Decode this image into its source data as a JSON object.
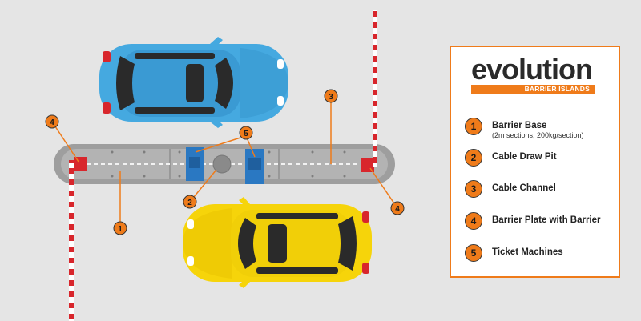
{
  "colors": {
    "accent": "#ef7b1a",
    "blue_car": "#45a9e0",
    "yellow_car": "#f6d40a",
    "barrier_red": "#d8262c",
    "ticket_machine": "#2a78c2"
  },
  "brand": {
    "name": "evolution",
    "subtitle": "BARRIER ISLANDS"
  },
  "legend": [
    {
      "number": "1",
      "label": "Barrier Base",
      "note": "(2m sections, 200kg/section)"
    },
    {
      "number": "2",
      "label": "Cable Draw Pit",
      "note": ""
    },
    {
      "number": "3",
      "label": "Cable Channel",
      "note": ""
    },
    {
      "number": "4",
      "label": "Barrier Plate with Barrier",
      "note": ""
    },
    {
      "number": "5",
      "label": "Ticket Machines",
      "note": ""
    }
  ],
  "callouts": {
    "base": "1",
    "pit": "2",
    "channel": "3",
    "plate_left": "4",
    "plate_right": "4",
    "machines": "5"
  }
}
